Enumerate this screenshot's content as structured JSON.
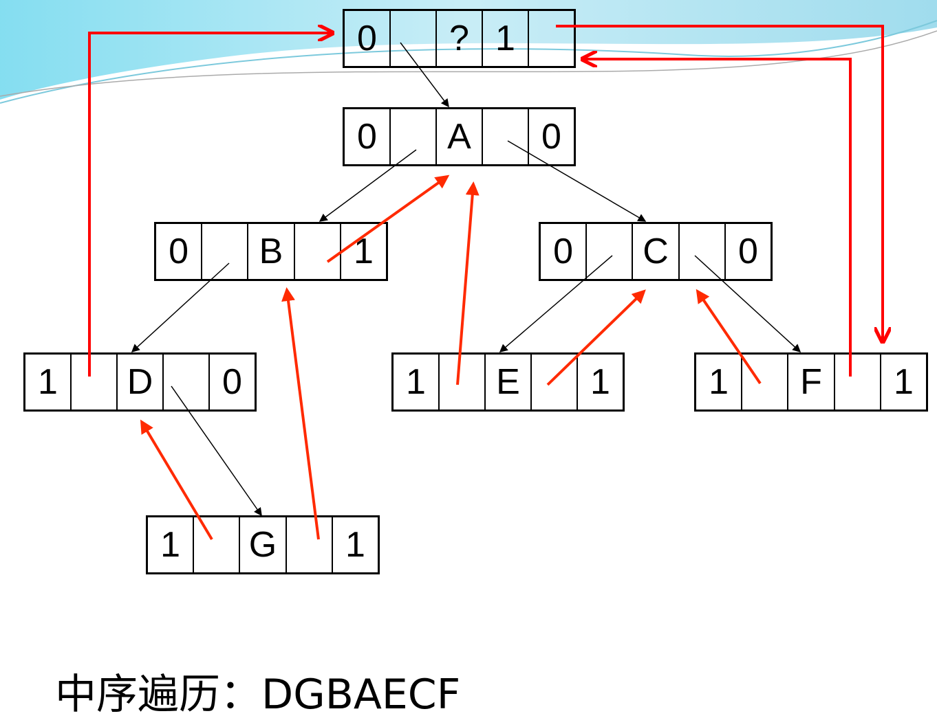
{
  "nodes": {
    "head": [
      "0",
      "",
      "?",
      "1",
      ""
    ],
    "A": [
      "0",
      "",
      "A",
      "",
      "0"
    ],
    "B": [
      "0",
      "",
      "B",
      "",
      "1"
    ],
    "C": [
      "0",
      "",
      "C",
      "",
      "0"
    ],
    "D": [
      "1",
      "",
      "D",
      "",
      "0"
    ],
    "E": [
      "1",
      "",
      "E",
      "",
      "1"
    ],
    "F": [
      "1",
      "",
      "F",
      "",
      "1"
    ],
    "G": [
      "1",
      "",
      "G",
      "",
      "1"
    ]
  },
  "caption": "中序遍历：DGBAECF",
  "colors": {
    "thread": "#ff0000",
    "thread_alt": "#ff3300",
    "link": "#000000",
    "wave": "#5fd0e8"
  }
}
